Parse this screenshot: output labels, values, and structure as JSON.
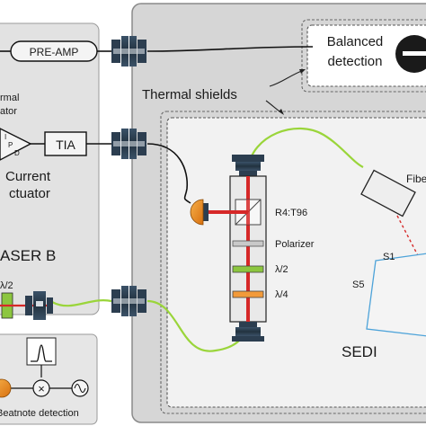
{
  "labels": {
    "pre_amp": "PRE-AMP",
    "balanced_line1": "Balanced",
    "balanced_line2": "detection",
    "thermal_shields": "Thermal shields",
    "thermal_partial_1": "rmal",
    "thermal_partial_2": "ator",
    "ipd": "IPD",
    "tia": "TIA",
    "current": "Current",
    "actuator_partial": "ctuator",
    "laser_b": "ASER B",
    "lambda2_left": "λ/2",
    "r4": "R4:T96",
    "polarizer": "Polarizer",
    "lambda2": "λ/2",
    "lambda4": "λ/4",
    "fiber_partial": "Fibe",
    "s1": "S1",
    "s5": "S5",
    "sedi": "SEDI",
    "beatnote": "Beatnote detection"
  },
  "colors": {
    "outer_panel": "#d6d6d6",
    "left_panel": "#e2e2e2",
    "inner_box": "#f1f1f1",
    "connector": "#2c3e50",
    "fiber": "#9ad53a",
    "beam": "#d62828",
    "detector": "#e8871e",
    "polarizer_plate": "#c9c9c9",
    "waveplate_half": "#8cc63f",
    "waveplate_quarter": "#f29a3a"
  }
}
